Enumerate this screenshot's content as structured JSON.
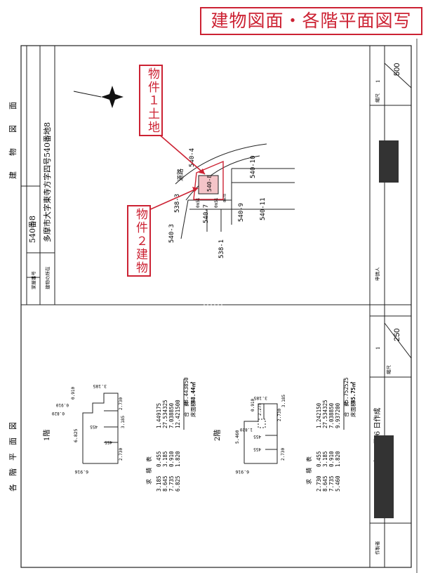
{
  "banner": "建物図面・各階平面図写",
  "annotations": {
    "land": "物件１土地",
    "building": "物件２建物"
  },
  "header": {
    "house_number_label": "家屋番号",
    "house_number": "540番8",
    "location_label": "建物の所在",
    "location": "多摩市大字東寺方字四号540番地8"
  },
  "titles": {
    "building_plan": "建　　物　　図　　面",
    "floor_plan": "各　階　平　面　図"
  },
  "scales": {
    "label": "縮尺",
    "top_numerator": "1",
    "top_denominator": "500",
    "bottom_numerator": "1",
    "bottom_denominator": "250"
  },
  "applicant_label": "申請人",
  "author_label": "作製者",
  "date": "27年 11月 6 日作成",
  "site": {
    "lots": [
      "540-4",
      "540-10",
      "540-8",
      "538-3",
      "540-7",
      "540-9",
      "540-11",
      "540-3",
      "538-1"
    ],
    "road": "道路",
    "dims": [
      "0m51",
      "0m51",
      "0m78"
    ]
  },
  "floor1": {
    "label": "1階",
    "dims": [
      "6.825",
      "6.916",
      "3.185",
      "0.910",
      "0.910",
      "0.820",
      "2.730",
      "455",
      "455",
      "2.730",
      "3.185"
    ],
    "calc_header": "求　積　表",
    "rows": [
      {
        "a": "3.185",
        "b": "0.455",
        "r": "1.449175"
      },
      {
        "a": "8.645",
        "b": "3.185",
        "r": "27.534325"
      },
      {
        "a": "7.735",
        "b": "0.910",
        "r": "7.038850"
      },
      {
        "a": "6.825",
        "b": "1.820",
        "r": "12.421500"
      }
    ],
    "total_label": "合　計",
    "total": "48.443850",
    "floor_area_label": "床面積",
    "floor_area": "48.44㎡"
  },
  "floor2": {
    "label": "2階",
    "dims": [
      "5.460",
      "6.916",
      "3.185",
      "2.275",
      "0.910",
      "1.820",
      "2.730",
      "455",
      "455",
      "2.730",
      "3.185"
    ],
    "calc_header": "求　積　表",
    "rows": [
      {
        "a": "2.730",
        "b": "0.455",
        "r": "1.242150"
      },
      {
        "a": "8.645",
        "b": "3.185",
        "r": "27.534325"
      },
      {
        "a": "7.735",
        "b": "0.910",
        "r": "7.038850"
      },
      {
        "a": "5.460",
        "b": "1.820",
        "r": "9.937200"
      }
    ],
    "total_label": "合　計",
    "total": "45.752525",
    "floor_area_label": "床面積",
    "floor_area": "45.75㎡"
  }
}
